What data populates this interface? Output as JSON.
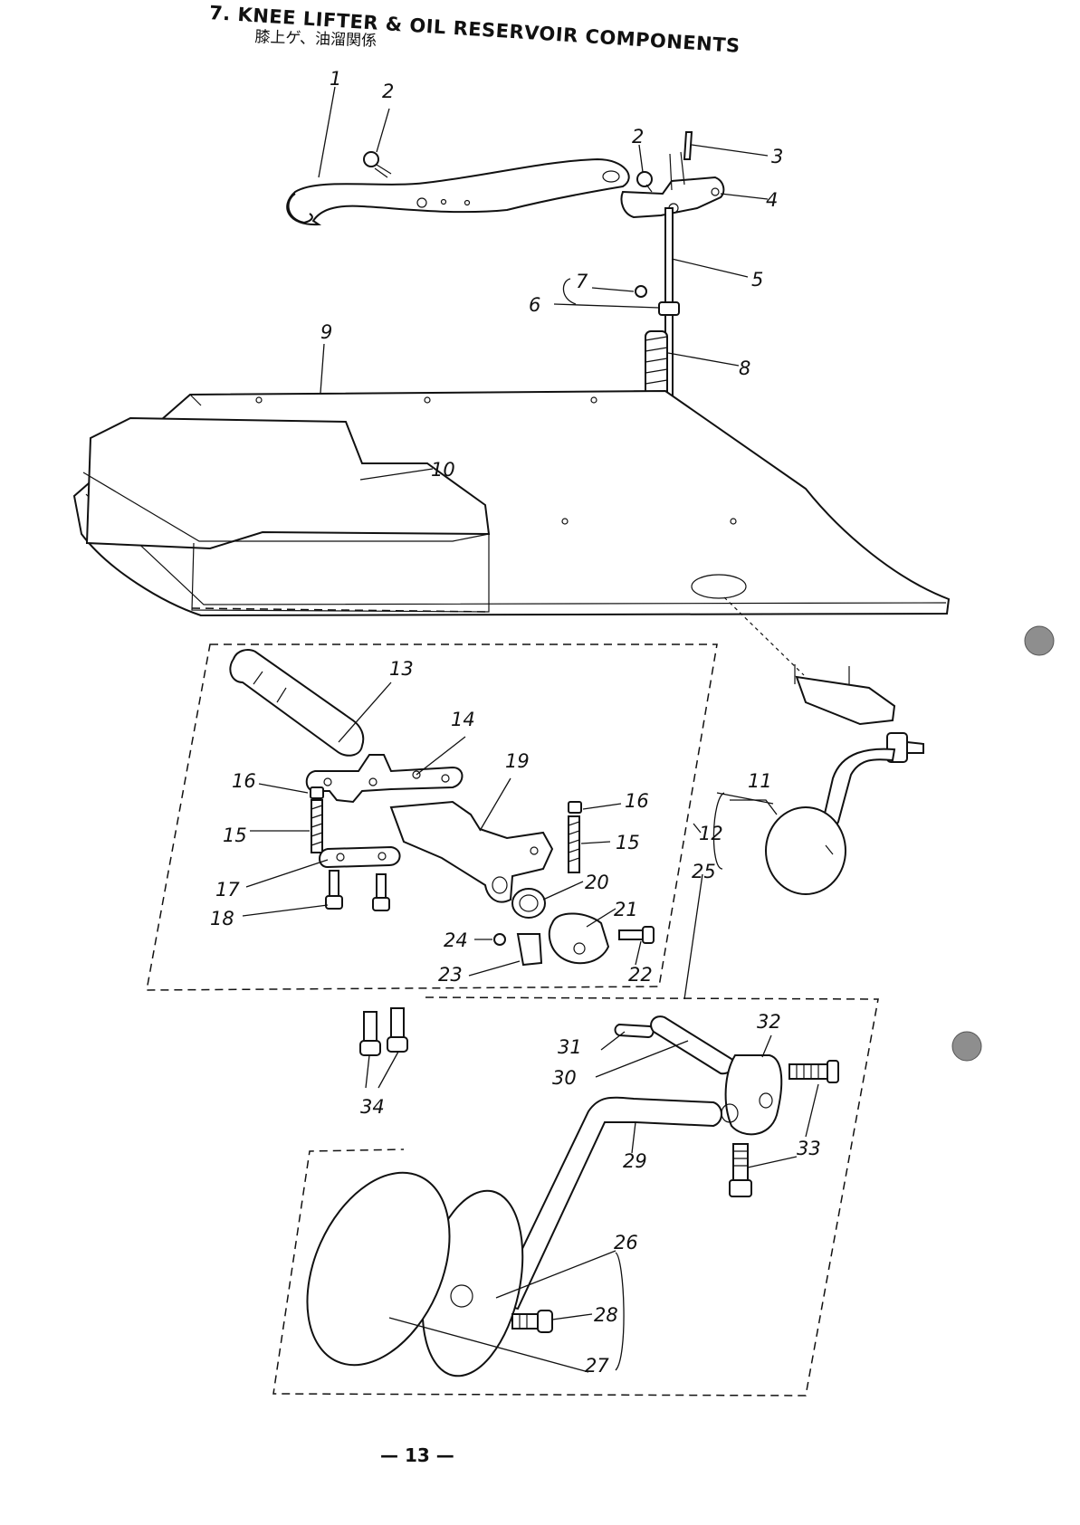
{
  "title": {
    "number": "7.",
    "english": "KNEE LIFTER & OIL RESERVOIR COMPONENTS",
    "japanese": "膝上ゲ、油溜関係"
  },
  "callouts": {
    "c1": "1",
    "c2a": "2",
    "c2b": "2",
    "c3": "3",
    "c4": "4",
    "c5": "5",
    "c6": "6",
    "c7": "7",
    "c8": "8",
    "c9": "9",
    "c10": "10",
    "c11": "11",
    "c12": "12",
    "c13": "13",
    "c14": "14",
    "c15a": "15",
    "c15b": "15",
    "c16a": "16",
    "c16b": "16",
    "c17": "17",
    "c18": "18",
    "c19": "19",
    "c20": "20",
    "c21": "21",
    "c22": "22",
    "c23": "23",
    "c24": "24",
    "c25": "25",
    "c26": "26",
    "c27": "27",
    "c28": "28",
    "c29": "29",
    "c30": "30",
    "c31": "31",
    "c32": "32",
    "c33": "33",
    "c34": "34"
  },
  "page_number": "— 13 —",
  "colors": {
    "ink": "#111111",
    "paper": "#ffffff",
    "marker": "#8e8e8e"
  }
}
